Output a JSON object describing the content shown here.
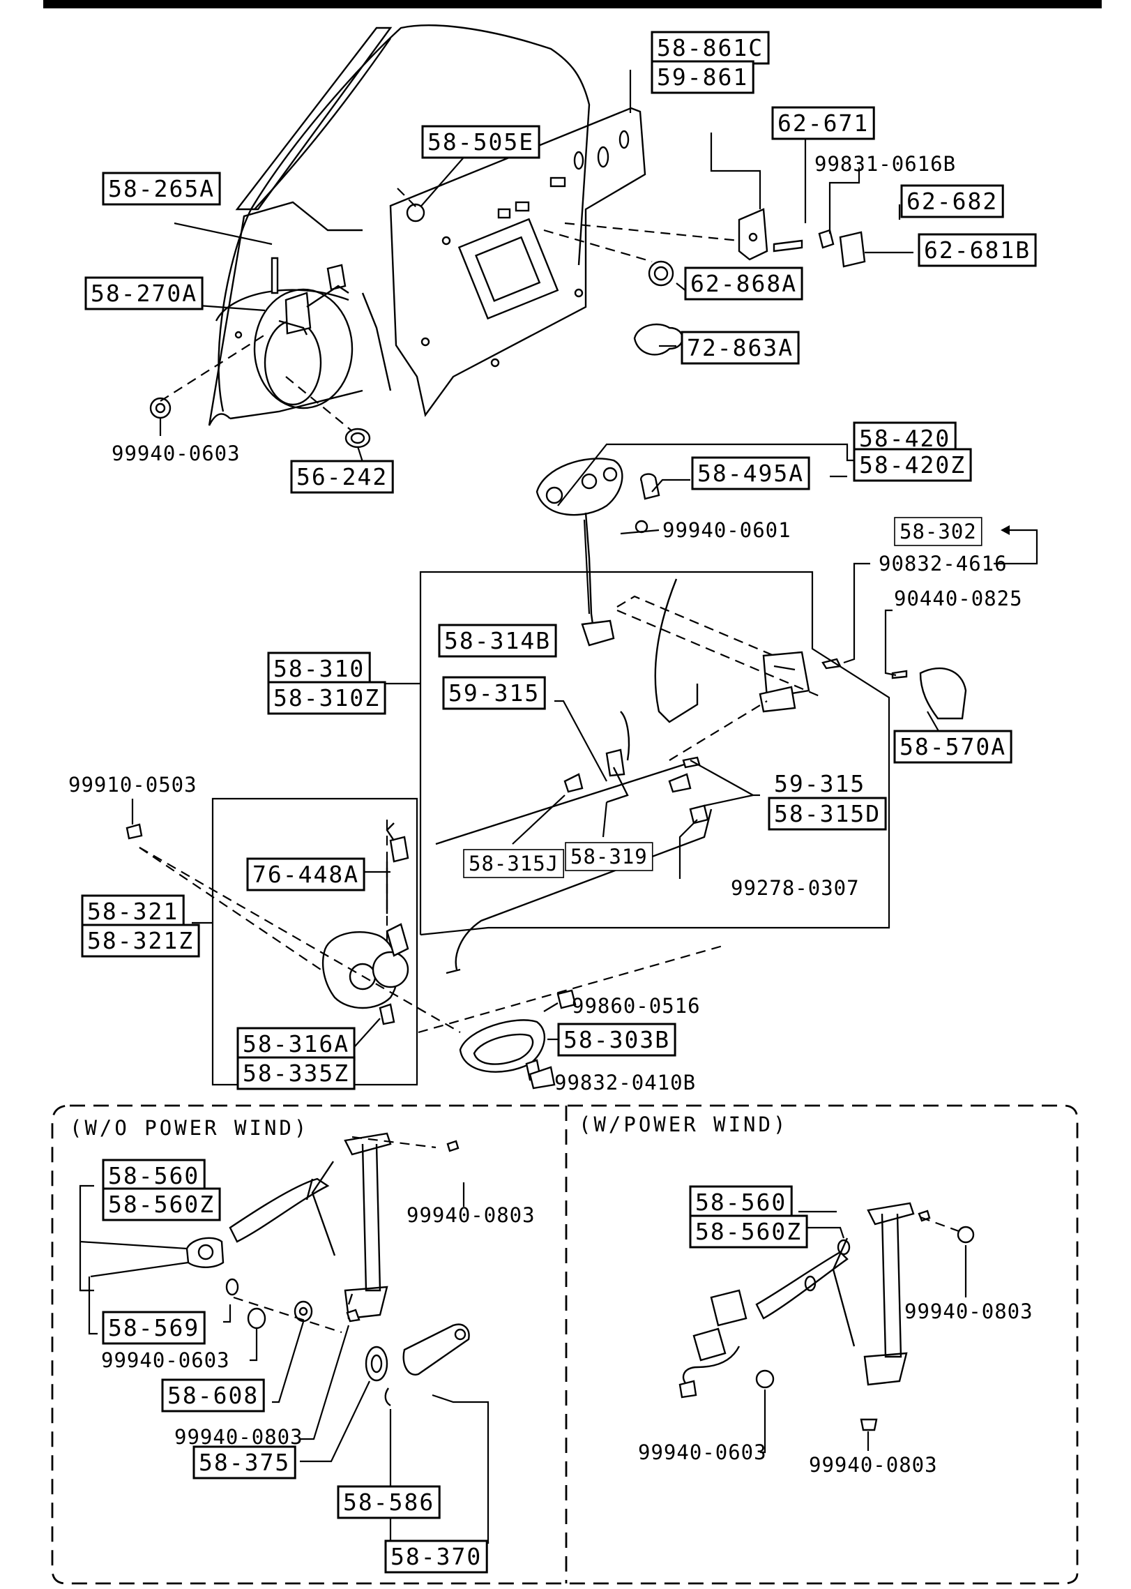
{
  "part_labels": {
    "p58_861C": "58-861C",
    "p59_861": "59-861",
    "p58_505E": "58-505E",
    "p62_671": "62-671",
    "p99831": "99831-0616B",
    "p58_265A": "58-265A",
    "p62_682": "62-682",
    "p62_681B": "62-681B",
    "p58_270A": "58-270A",
    "p62_868A": "62-868A",
    "p72_863A": "72-863A",
    "p99940_0603a": "99940-0603",
    "p56_242": "56-242",
    "p58_420": "58-420",
    "p58_420Z": "58-420Z",
    "p58_495A": "58-495A",
    "p99940_0601": "99940-0601",
    "p58_302": "58-302",
    "p90832": "90832-4616",
    "p90440": "90440-0825",
    "p58_314B": "58-314B",
    "p58_310": "58-310",
    "p58_310Z": "58-310Z",
    "p59_315a": "59-315",
    "p58_570A": "58-570A",
    "p99910": "99910-0503",
    "p59_315b": "59-315",
    "p58_315D": "58-315D",
    "p76_448A": "76-448A",
    "p58_315J": "58-315J",
    "p58_319": "58-319",
    "p99278": "99278-0307",
    "p58_321": "58-321",
    "p58_321Z": "58-321Z",
    "p99860": "99860-0516",
    "p58_316A": "58-316A",
    "p58_335Z": "58-335Z",
    "p58_303B": "58-303B",
    "p99832": "99832-0410B",
    "p58_560a": "58-560",
    "p58_560Za": "58-560Z",
    "p99940_0803a": "99940-0803",
    "p58_569": "58-569",
    "p99940_0603b": "99940-0603",
    "p58_608": "58-608",
    "p99940_0803b": "99940-0803",
    "p58_375": "58-375",
    "p58_586": "58-586",
    "p58_370": "58-370",
    "p58_560b": "58-560",
    "p58_560Zb": "58-560Z",
    "p99940_0803c": "99940-0803",
    "p99940_0603c": "99940-0603",
    "p99940_0803d": "99940-0803"
  },
  "sections": {
    "without_power": "(W/O POWER WIND)",
    "with_power": "(W/POWER WIND)"
  }
}
